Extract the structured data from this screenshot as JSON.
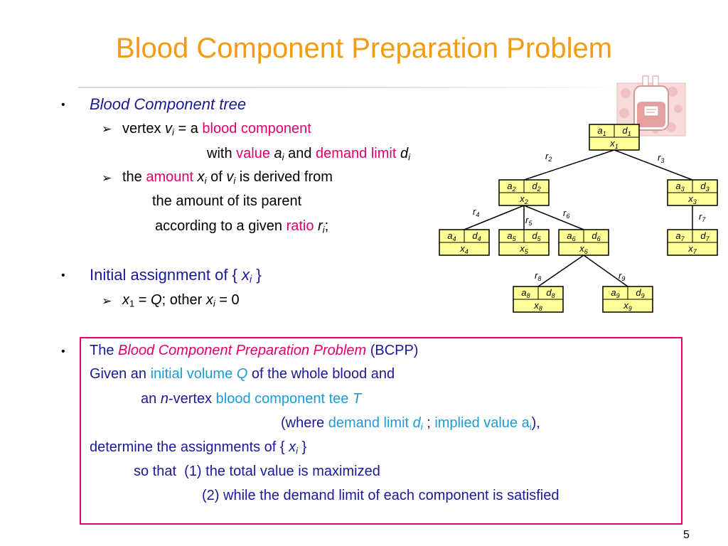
{
  "title": "Blood Component Preparation Problem",
  "page_number": "5",
  "colors": {
    "title": "#f39c12",
    "navy": "#1a1a99",
    "magenta": "#e0006b",
    "cyan": "#1d9bd7",
    "node_fill": "#ffff99"
  },
  "bullets": {
    "b1": "Blood Component tree",
    "b2": "Initial assignment of {",
    "b3_the": "The",
    "b3_name": "Blood Component Preparation Problem",
    "b3_abbr": "(BCPP)"
  },
  "tree": {
    "edge_labels": {
      "r2": {
        "base": "r",
        "sub": "2"
      },
      "r3": {
        "base": "r",
        "sub": "3"
      },
      "r4": {
        "base": "r",
        "sub": "4"
      },
      "r5": {
        "base": "r",
        "sub": "5"
      },
      "r6": {
        "base": "r",
        "sub": "6"
      },
      "r7": {
        "base": "r",
        "sub": "7"
      },
      "r8": {
        "base": "r",
        "sub": "8"
      },
      "r9": {
        "base": "r",
        "sub": "9"
      }
    },
    "nodes": [
      {
        "a": "a",
        "d": "d",
        "x": "x",
        "i": "1"
      },
      {
        "a": "a",
        "d": "d",
        "x": "x",
        "i": "2"
      },
      {
        "a": "a",
        "d": "d",
        "x": "x",
        "i": "3"
      },
      {
        "a": "a",
        "d": "d",
        "x": "x",
        "i": "4"
      },
      {
        "a": "a",
        "d": "d",
        "x": "x",
        "i": "5"
      },
      {
        "a": "a",
        "d": "d",
        "x": "x",
        "i": "6"
      },
      {
        "a": "a",
        "d": "d",
        "x": "x",
        "i": "7"
      },
      {
        "a": "a",
        "d": "d",
        "x": "x",
        "i": "8"
      },
      {
        "a": "a",
        "d": "d",
        "x": "x",
        "i": "9"
      }
    ]
  }
}
